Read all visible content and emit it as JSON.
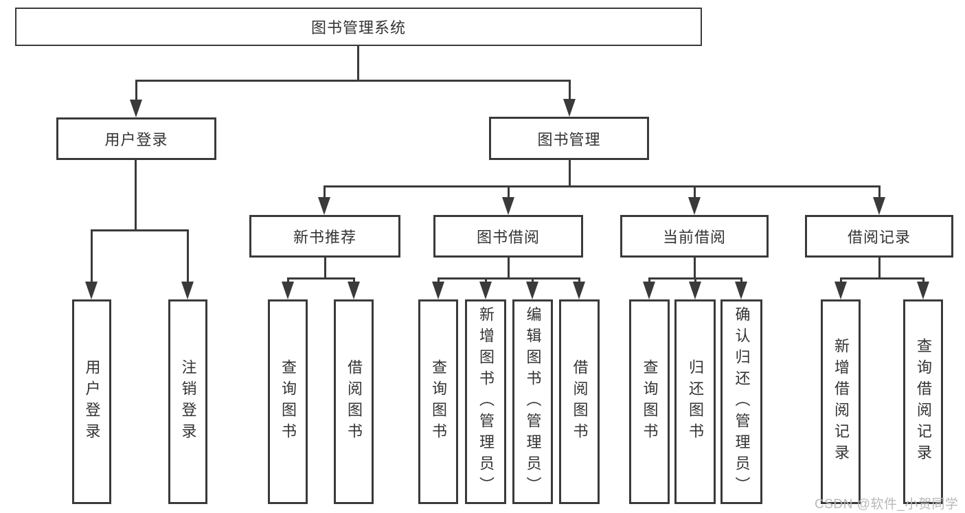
{
  "diagram": {
    "root": {
      "label": "图书管理系统"
    },
    "level2": [
      {
        "id": "user-login",
        "label": "用户登录"
      },
      {
        "id": "book-management",
        "label": "图书管理"
      }
    ],
    "level3": [
      {
        "id": "new-book-recommend",
        "label": "新书推荐"
      },
      {
        "id": "book-borrow",
        "label": "图书借阅"
      },
      {
        "id": "current-borrow",
        "label": "当前借阅"
      },
      {
        "id": "borrow-records",
        "label": "借阅记录"
      }
    ],
    "leaves": {
      "user_login": [
        {
          "label": "用户登录"
        },
        {
          "label": "注销登录"
        }
      ],
      "new_book_recommend": [
        {
          "label": "查询图书"
        },
        {
          "label": "借阅图书"
        }
      ],
      "book_borrow": [
        {
          "label": "查询图书"
        },
        {
          "label": "新增图书（管理员）"
        },
        {
          "label": "编辑图书（管理员）"
        },
        {
          "label": "借阅图书"
        }
      ],
      "current_borrow": [
        {
          "label": "查询图书"
        },
        {
          "label": "归还图书"
        },
        {
          "label": "确认归还（管理员）"
        }
      ],
      "borrow_records": [
        {
          "label": "新增借阅记录"
        },
        {
          "label": "查询借阅记录"
        }
      ]
    },
    "watermark": "CSDN @软件_小贺同学",
    "colors": {
      "line": "#3a3a3a",
      "text": "#333333",
      "watermark": "#b9b9b9",
      "background": "#ffffff"
    }
  }
}
